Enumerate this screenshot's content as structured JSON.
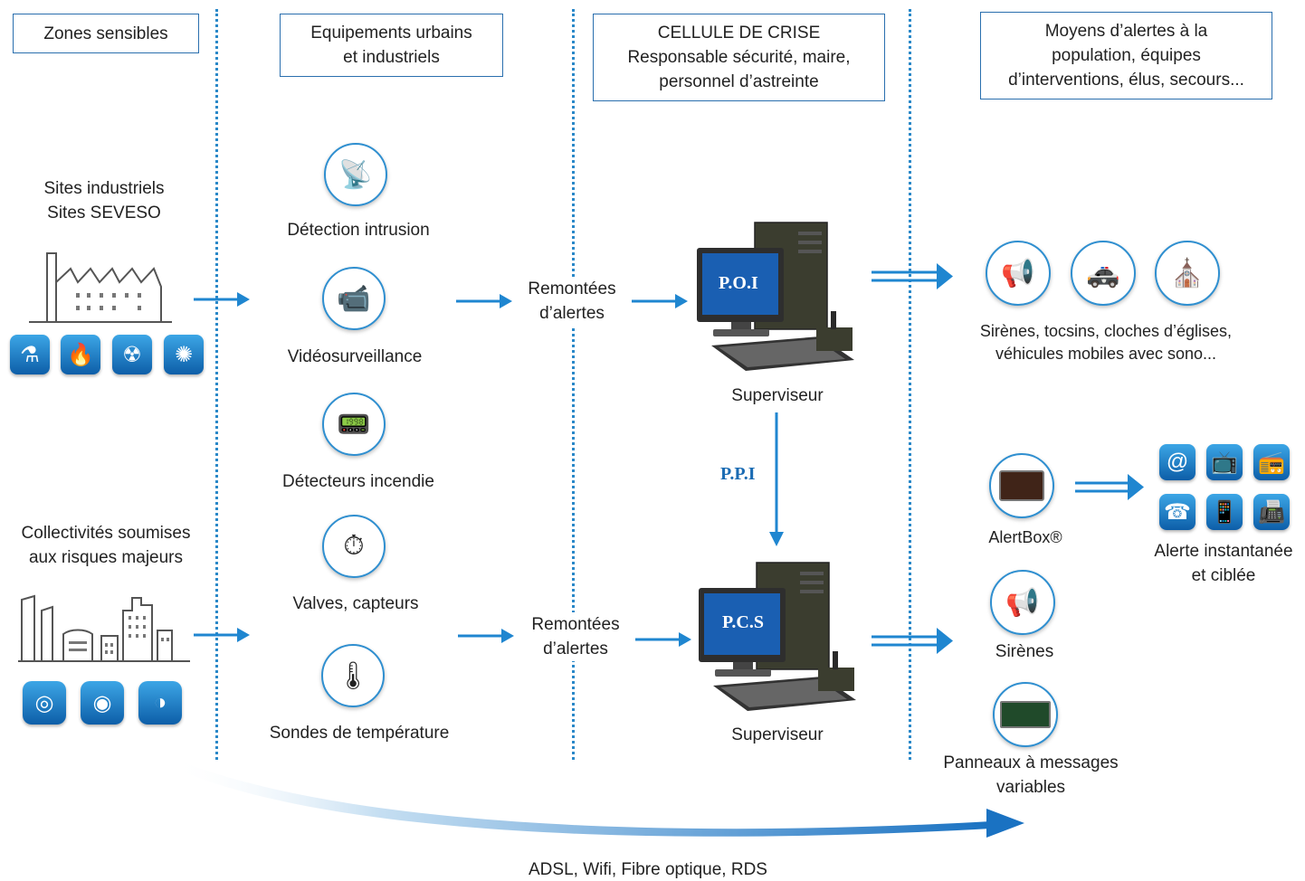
{
  "headers": {
    "zones": "Zones sensibles",
    "equipements": "Equipements urbains\net industriels",
    "cellule": "CELLULE DE CRISE\nResponsable sécurité, maire,\npersonnel d’astreinte",
    "moyens": "Moyens d’alertes à la\npopulation, équipes\nd’interventions, élus, secours..."
  },
  "zones": {
    "industriels": "Sites industriels\nSites SEVESO",
    "collectivites": "Collectivités soumises\naux risques majeurs"
  },
  "equipements": [
    {
      "label": "Détection intrusion",
      "icon": "intrusion-detector-icon"
    },
    {
      "label": "Vidéosurveillance",
      "icon": "camera-icon"
    },
    {
      "label": "Détecteurs incendie",
      "icon": "fire-panel-icon"
    },
    {
      "label": "Valves, capteurs",
      "icon": "valve-gauge-icon"
    },
    {
      "label": "Sondes de température",
      "icon": "thermometer-icon"
    }
  ],
  "remontees": "Remontées\nd’alertes",
  "supervisors": {
    "top_label": "P.O.I",
    "bottom_label": "P.C.S",
    "caption": "Superviseur",
    "link": "P.P.I"
  },
  "alerts_top": {
    "caption": "Sirènes, tocsins, cloches d’églises,\nvéhicules mobiles avec sono..."
  },
  "alerts_bottom": {
    "alertbox": "AlertBox®",
    "sirenes": "Sirènes",
    "panneaux": "Panneaux à messages\nvariables",
    "instant": "Alerte instantanée\net ciblée"
  },
  "network": "ADSL, Wifi, Fibre optique, RDS",
  "colors": {
    "accent": "#2a88c8",
    "border": "#2a6fae",
    "ppi": "#1a6bb3"
  }
}
